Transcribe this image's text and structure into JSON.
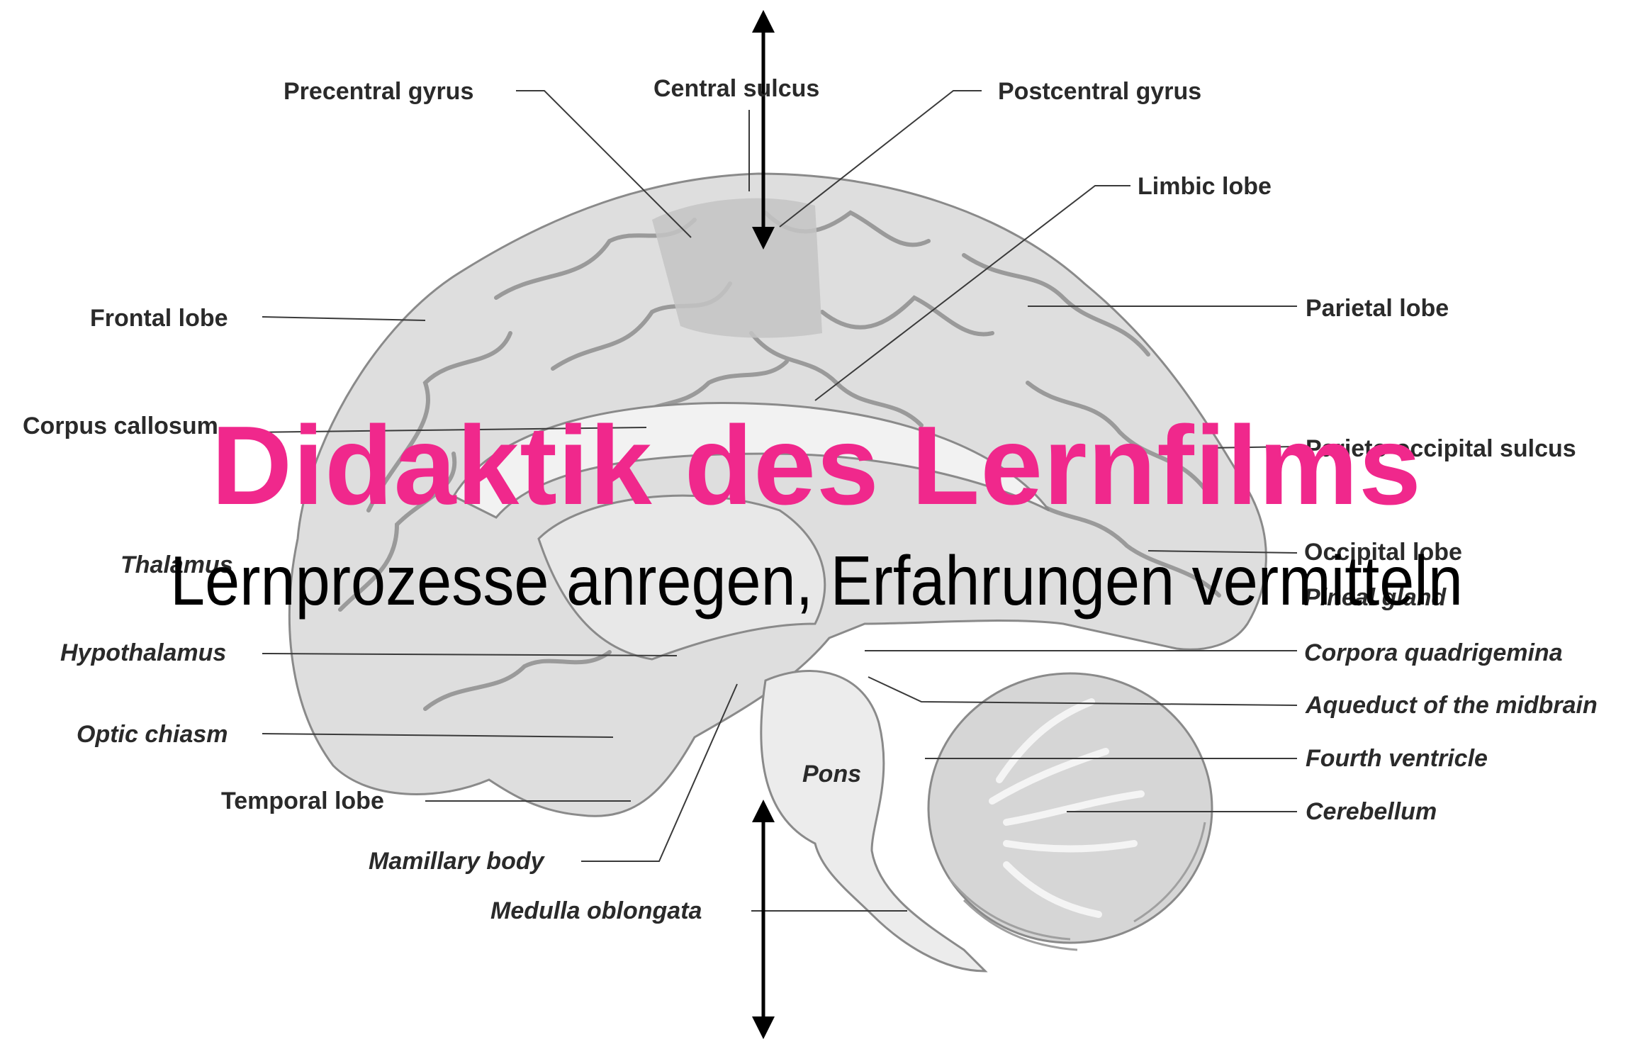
{
  "title": "Didaktik des Lernfilms",
  "subtitle": "Lernprozesse anregen, Erfahrungen vermitteln",
  "colors": {
    "title": "#f0288c",
    "subtitle": "#000000",
    "label": "#2a2a2a",
    "brain_fill": "#dedede",
    "brain_dark": "#c4c4c4",
    "arrows": "#000000"
  },
  "labels": {
    "precentral_gyrus": "Precentral gyrus",
    "central_sulcus": "Central sulcus",
    "postcentral_gyrus": "Postcentral gyrus",
    "limbic_lobe": "Limbic lobe",
    "frontal_lobe": "Frontal lobe",
    "parietal_lobe": "Parietal lobe",
    "corpus_callosum": "Corpus callosum",
    "parieto_occipital_sulcus": "Parieto-occipital sulcus",
    "thalamus": "Thalamus",
    "occipital_lobe": "Occipital lobe",
    "pineal_gland": "Pineal gland",
    "hypothalamus": "Hypothalamus",
    "corpora_quadrigemina": "Corpora quadrigemina",
    "optic_chiasm": "Optic chiasm",
    "aqueduct": "Aqueduct of the midbrain",
    "fourth_ventricle": "Fourth ventricle",
    "temporal_lobe": "Temporal lobe",
    "cerebellum": "Cerebellum",
    "mamillary_body": "Mamillary body",
    "medulla_oblongata": "Medulla oblongata",
    "pons": "Pons"
  },
  "icons": {
    "top_arrow": "double-arrow-vertical-icon",
    "bottom_arrow": "double-arrow-vertical-icon"
  }
}
